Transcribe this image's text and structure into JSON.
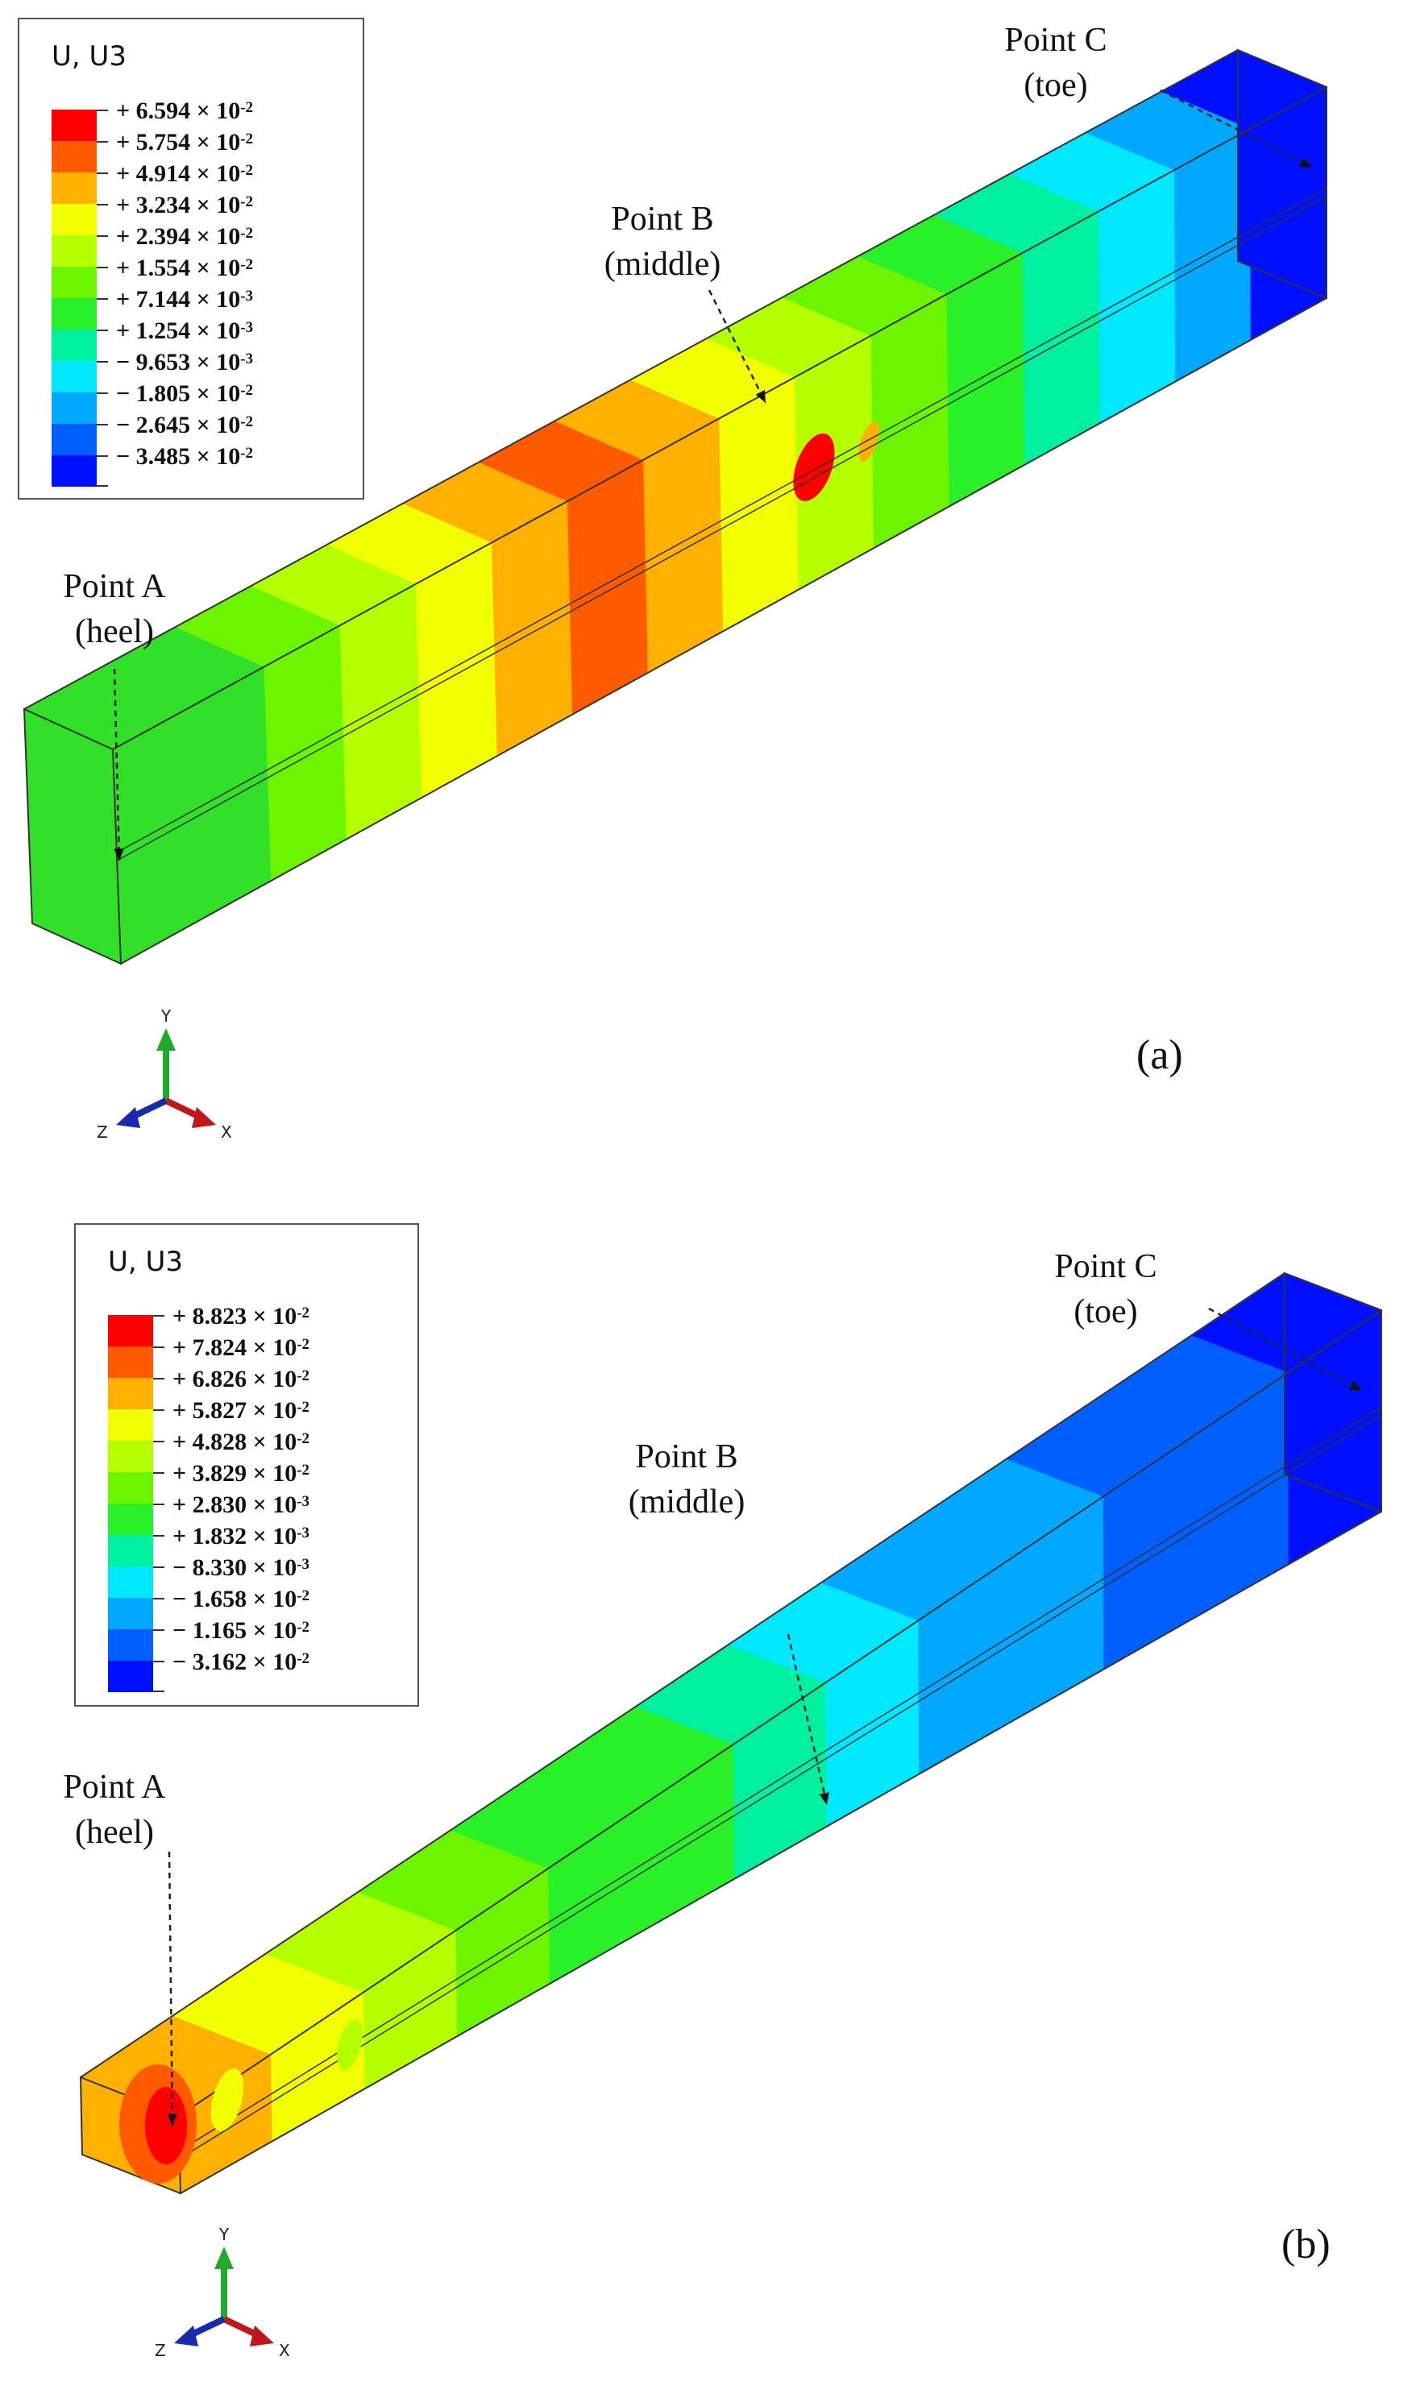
{
  "panels": [
    {
      "id": "a",
      "label": "(a)",
      "legend": {
        "title": "U, U3",
        "entries": [
          {
            "sign": "+",
            "mantissa": "6.594",
            "exponent": "-2",
            "color": "#ff0000"
          },
          {
            "sign": "+",
            "mantissa": "5.754",
            "exponent": "-2",
            "color": "#ff5a00"
          },
          {
            "sign": "+",
            "mantissa": "4.914",
            "exponent": "-2",
            "color": "#ffb000"
          },
          {
            "sign": "+",
            "mantissa": "3.234",
            "exponent": "-2",
            "color": "#f2ff00"
          },
          {
            "sign": "+",
            "mantissa": "2.394",
            "exponent": "-2",
            "color": "#b4ff00"
          },
          {
            "sign": "+",
            "mantissa": "1.554",
            "exponent": "-2",
            "color": "#6cf400"
          },
          {
            "sign": "+",
            "mantissa": "7.144",
            "exponent": "-3",
            "color": "#2af02a"
          },
          {
            "sign": "+",
            "mantissa": "1.254",
            "exponent": "-3",
            "color": "#00f0a0"
          },
          {
            "sign": "−",
            "mantissa": "9.653",
            "exponent": "-3",
            "color": "#00e8ff"
          },
          {
            "sign": "−",
            "mantissa": "1.805",
            "exponent": "-2",
            "color": "#00a8ff"
          },
          {
            "sign": "−",
            "mantissa": "2.645",
            "exponent": "-2",
            "color": "#0060ff"
          },
          {
            "sign": "−",
            "mantissa": "3.485",
            "exponent": "-2",
            "color": "#0010ff"
          }
        ]
      },
      "points": [
        {
          "name": "Point A",
          "desc": "(heel)"
        },
        {
          "name": "Point B",
          "desc": "(middle)"
        },
        {
          "name": "Point C",
          "desc": "(toe)"
        }
      ],
      "beam_bands": [
        "#32e02a",
        "#32e02a",
        "#6cf400",
        "#b4ff00",
        "#f2ff00",
        "#ffb000",
        "#ff5a00",
        "#ffb000",
        "#f2ff00",
        "#b4ff00",
        "#6cf400",
        "#2af02a",
        "#00f0a0",
        "#00e8ff",
        "#00a8ff",
        "#0010ff"
      ],
      "hotspot_color": "#ff0000",
      "axis": {
        "y": "Y",
        "z": "Z",
        "x": "X"
      }
    },
    {
      "id": "b",
      "label": "(b)",
      "legend": {
        "title": "U, U3",
        "entries": [
          {
            "sign": "+",
            "mantissa": "8.823",
            "exponent": "-2",
            "color": "#ff0000"
          },
          {
            "sign": "+",
            "mantissa": "7.824",
            "exponent": "-2",
            "color": "#ff5a00"
          },
          {
            "sign": "+",
            "mantissa": "6.826",
            "exponent": "-2",
            "color": "#ffb000"
          },
          {
            "sign": "+",
            "mantissa": "5.827",
            "exponent": "-2",
            "color": "#f2ff00"
          },
          {
            "sign": "+",
            "mantissa": "4.828",
            "exponent": "-2",
            "color": "#b4ff00"
          },
          {
            "sign": "+",
            "mantissa": "3.829",
            "exponent": "-2",
            "color": "#6cf400"
          },
          {
            "sign": "+",
            "mantissa": "2.830",
            "exponent": "-3",
            "color": "#2af02a"
          },
          {
            "sign": "+",
            "mantissa": "1.832",
            "exponent": "-3",
            "color": "#00f0a0"
          },
          {
            "sign": "−",
            "mantissa": "8.330",
            "exponent": "-3",
            "color": "#00e8ff"
          },
          {
            "sign": "−",
            "mantissa": "1.658",
            "exponent": "-2",
            "color": "#00a8ff"
          },
          {
            "sign": "−",
            "mantissa": "1.165",
            "exponent": "-2",
            "color": "#0060ff"
          },
          {
            "sign": "−",
            "mantissa": "3.162",
            "exponent": "-2",
            "color": "#0010ff"
          }
        ]
      },
      "points": [
        {
          "name": "Point A",
          "desc": "(heel)"
        },
        {
          "name": "Point B",
          "desc": "(middle)"
        },
        {
          "name": "Point C",
          "desc": "(toe)"
        }
      ],
      "beam_bands": [
        "#ffb000",
        "#f2ff00",
        "#b4ff00",
        "#6cf400",
        "#2af02a",
        "#2af02a",
        "#00f0a0",
        "#00e8ff",
        "#00a8ff",
        "#00a8ff",
        "#0060ff",
        "#0060ff",
        "#0010ff"
      ],
      "hotspot_color": "#ff0000",
      "axis": {
        "y": "Y",
        "z": "Z",
        "x": "X"
      }
    }
  ]
}
